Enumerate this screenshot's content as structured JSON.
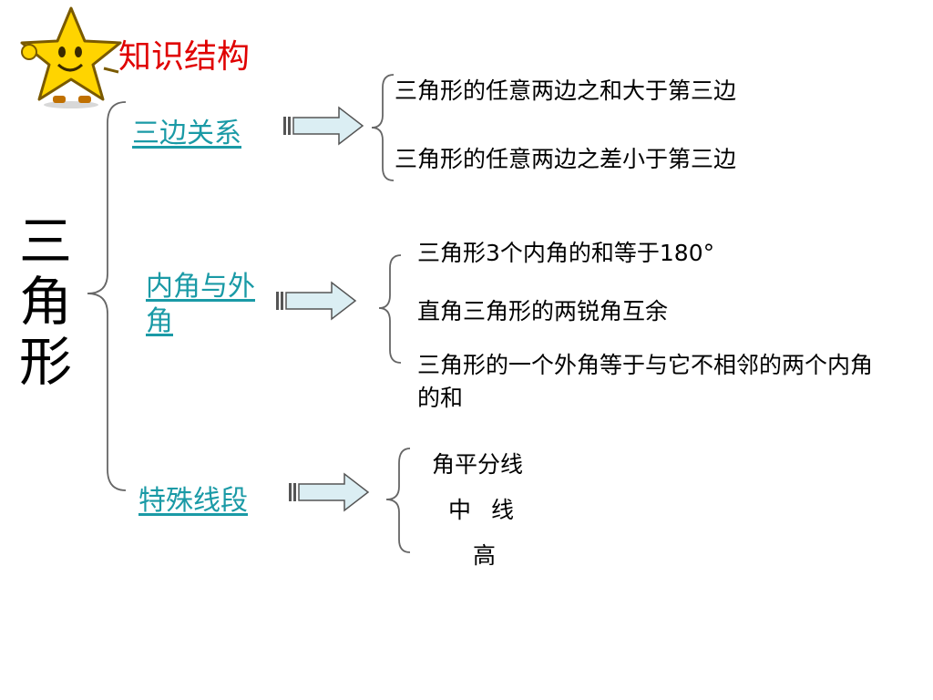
{
  "title": "知识结构",
  "main_term": "三角形",
  "branches": [
    {
      "label": "三边关系",
      "items": [
        "三角形的任意两边之和大于第三边",
        "三角形的任意两边之差小于第三边"
      ]
    },
    {
      "label": "内角与外角",
      "items": [
        "三角形3个内角的和等于180°",
        "直角三角形的两锐角互余",
        "三角形的一个外角等于与它不相邻的两个内角的和"
      ]
    },
    {
      "label": "特殊线段",
      "items": [
        "角平分线",
        "中 线",
        "高"
      ]
    }
  ],
  "colors": {
    "title": "#e00000",
    "link": "#1a9aa6",
    "arrow_fill": "#dbeef3",
    "star": "#ffd400"
  },
  "icons": {
    "mascot": "star-mascot-icon",
    "arrow": "right-arrow-icon"
  }
}
